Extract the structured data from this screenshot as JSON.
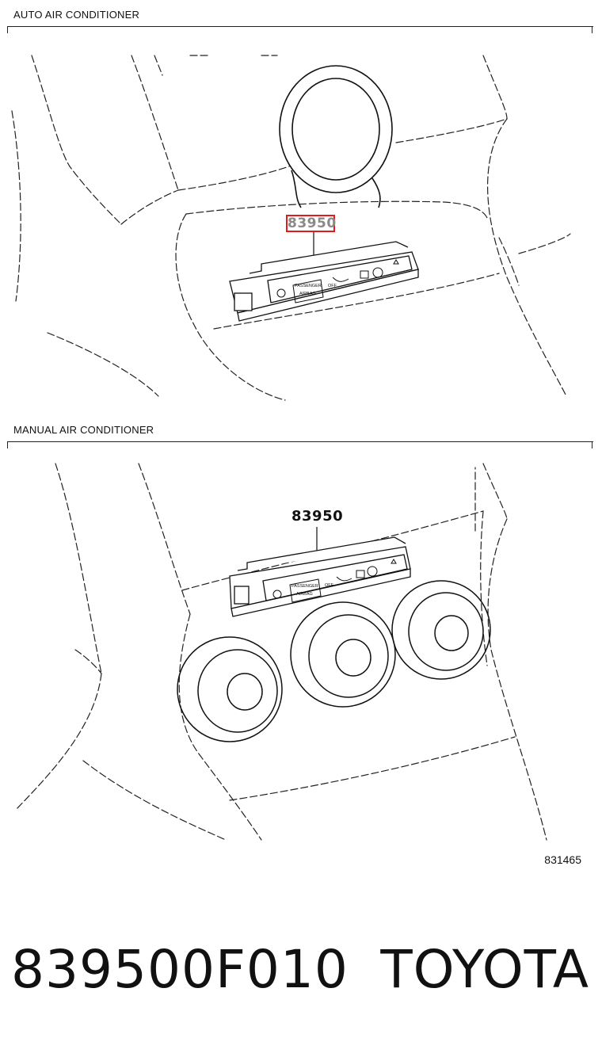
{
  "sections": {
    "auto": {
      "title": "AUTO AIR CONDITIONER",
      "callout": "83950"
    },
    "manual": {
      "title": "MANUAL AIR CONDITIONER",
      "callout": "83950"
    }
  },
  "illustration_number": "831465",
  "footer": {
    "part_number": "839500F010",
    "brand": "TOYOTA"
  },
  "switch_labels": {
    "passenger": "PASSENGER",
    "airbag": "AIRBAG",
    "off": "OFF"
  },
  "highlight_color": "#e11a1a"
}
